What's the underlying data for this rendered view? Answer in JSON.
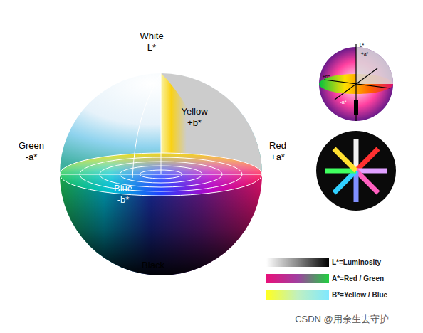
{
  "diagram": {
    "labels": [
      "White",
      "L*",
      "Yellow",
      "+b*",
      "Green",
      "-a*",
      "Red",
      "+a*",
      "Blue",
      "-b*",
      "Black",
      "L*",
      "+a*",
      "+b*",
      "-a*",
      "CSDN @用余生去守护"
    ],
    "legend": [
      {
        "text": "L*=Luminosity"
      },
      {
        "text": "A*=Red / Green"
      },
      {
        "text": "B*=Yellow / Blue"
      }
    ]
  }
}
